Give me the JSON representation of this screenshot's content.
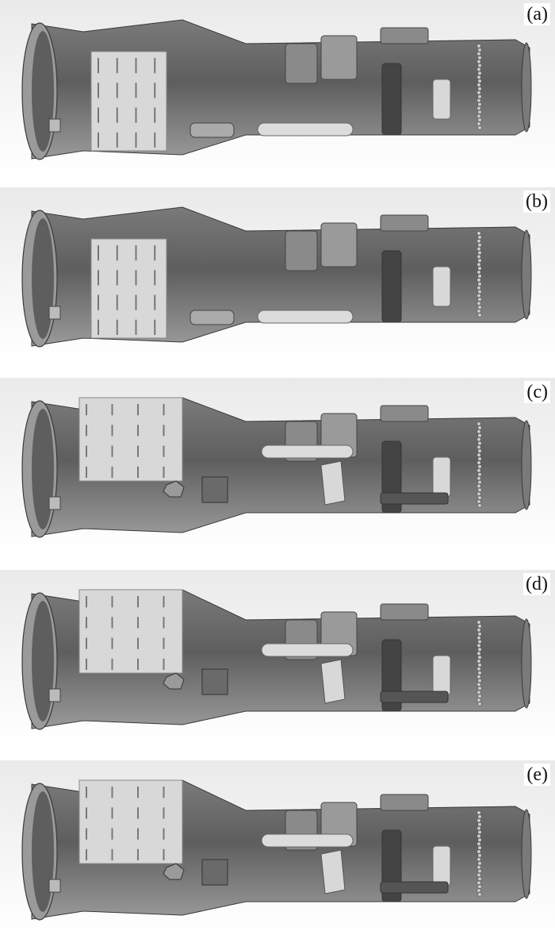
{
  "figure": {
    "panels": [
      {
        "id": "a",
        "label": "(a)"
      },
      {
        "id": "b",
        "label": "(b)"
      },
      {
        "id": "c",
        "label": "(c)"
      },
      {
        "id": "d",
        "label": "(d)"
      },
      {
        "id": "e",
        "label": "(e)"
      }
    ]
  },
  "colors": {
    "background_top": "#eaeaea",
    "background_bottom": "#ffffff",
    "body_dark": "#5e5e5e",
    "body_mid": "#7a7a7a",
    "body_light": "#9a9a9a",
    "component_light": "#d8d8d8",
    "component_dark": "#444444",
    "label_text": "#111111"
  },
  "icons": [
    "combustor-casing-model",
    "cooling-jacket",
    "connector-box",
    "fuel-pipe"
  ]
}
